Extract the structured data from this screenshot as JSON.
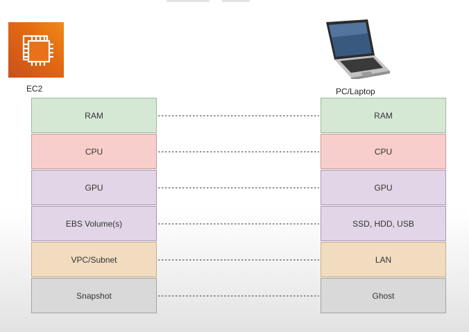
{
  "left_system": {
    "label": "EC2",
    "icon": "ec2-chip-icon",
    "icon_color": "#e46a12",
    "rows": [
      "RAM",
      "CPU",
      "GPU",
      "EBS Volume(s)",
      "VPC/Subnet",
      "Snapshot"
    ]
  },
  "right_system": {
    "label": "PC/Laptop",
    "icon": "laptop-icon",
    "rows": [
      "RAM",
      "CPU",
      "GPU",
      "SSD, HDD, USB",
      "LAN",
      "Ghost"
    ]
  },
  "row_colors": [
    "#d5e8d4",
    "#f8cecc",
    "#e1d5e7",
    "#e1d5e7",
    "#f1dcc0",
    "#d9d9d9"
  ],
  "connector_style": "dotted"
}
